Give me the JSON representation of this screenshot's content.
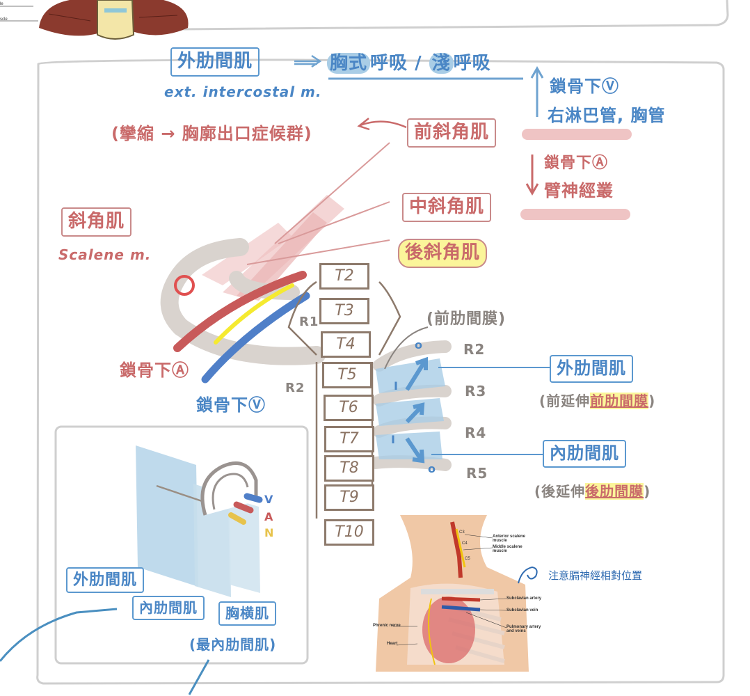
{
  "top_figure": {
    "labels": [
      "le",
      "scle"
    ]
  },
  "header": {
    "ext_muscle": "外肋間肌",
    "ext_muscle_en": "ext. intercostal m.",
    "breath_1": "胸式",
    "breath_2": "呼吸 / ",
    "breath_3": "淺",
    "breath_4": "呼吸"
  },
  "right_column": {
    "vein_title": "鎖骨下Ⓥ",
    "vein_dest": "右淋巴管, 胸管",
    "artery_title": "鎖骨下Ⓐ",
    "artery_dest": "臂神經叢"
  },
  "scalene": {
    "note": "(攣縮 → 胸廓出口症候群)",
    "anterior": "前斜角肌",
    "middle": "中斜角肌",
    "posterior": "後斜角肌",
    "group": "斜角肌",
    "group_en": "Scalene m."
  },
  "vessels": {
    "artery": "鎖骨下Ⓐ",
    "vein": "鎖骨下Ⓥ"
  },
  "vertebrae": [
    "T2",
    "T3",
    "T4",
    "T5",
    "T6",
    "T7",
    "T8",
    "T9",
    "T10"
  ],
  "ribs": {
    "R1": "R1",
    "R2": "R2",
    "r2": "R2",
    "r3": "R3",
    "r4": "R4",
    "r5": "R5"
  },
  "membranes": {
    "anterior_membrane": "(前肋間膜)",
    "ext_muscle": "外肋間肌",
    "ext_ext_prefix": "(前延伸",
    "ext_ext_hl": "前肋間膜",
    "ext_ext_suffix": ")",
    "int_muscle": "內肋間肌",
    "int_ext_prefix": "(後延伸",
    "int_ext_hl": "後肋間膜",
    "int_ext_suffix": ")",
    "mark_o": "o",
    "mark_i": "I"
  },
  "inset": {
    "van": [
      "V",
      "A",
      "N"
    ],
    "ext_layer": "外肋間肌",
    "int_layer": "內肋間肌",
    "innermost_layer": "胸横肌",
    "innermost_alias": "(最內肋間肌)"
  },
  "anatomy_image": {
    "labels": {
      "c3": "C3",
      "c4": "C4",
      "c5": "C5",
      "anterior_scalene": "Anterior scalene\nmuscle",
      "middle_scalene": "Middle scalene\nmuscle",
      "subclavian_artery": "Subclavian artery",
      "subclavian_vein": "Subclavian vein",
      "phrenic": "Phrenic nerve",
      "pulmonary": "Pulmonary artery\nand veins",
      "heart": "Heart"
    },
    "note": "注意膈神經相對位置"
  },
  "colors": {
    "blue": "#5b98cf",
    "red": "#c96a6a",
    "brown": "#8d7a6c",
    "yellow_highlight": "#fbf59a",
    "blue_highlight": "#a9cde6",
    "pink_bar": "#efc4c4"
  }
}
